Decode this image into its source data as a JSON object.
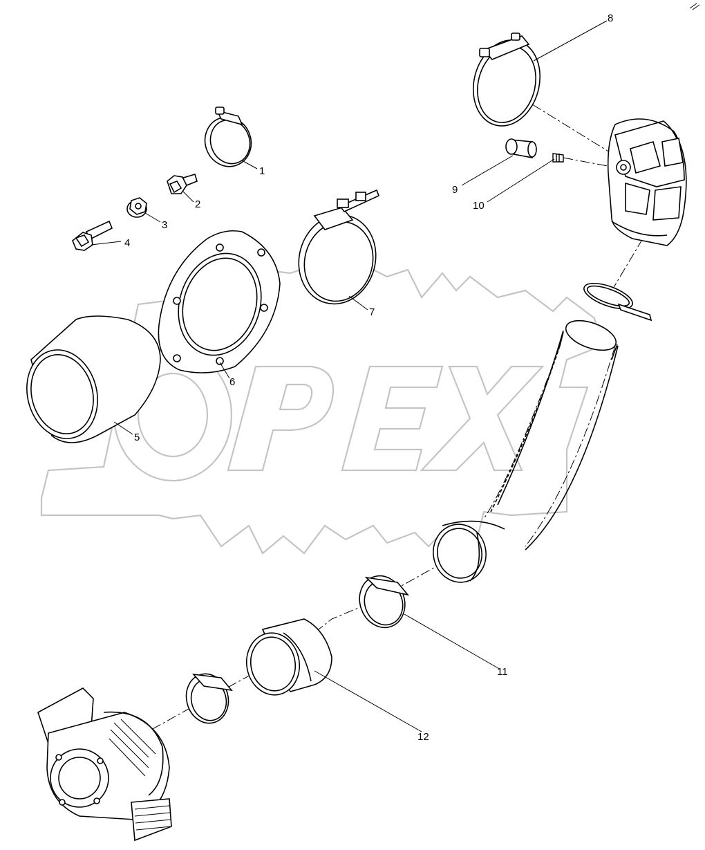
{
  "watermark": {
    "text": "OPEX",
    "color": "#bdbdbd"
  },
  "colors": {
    "line": "#000000",
    "background": "#ffffff",
    "watermark": "#c4c4c4"
  },
  "callouts": [
    {
      "id": "1",
      "label": "1"
    },
    {
      "id": "2",
      "label": "2"
    },
    {
      "id": "3",
      "label": "3"
    },
    {
      "id": "4",
      "label": "4"
    },
    {
      "id": "5",
      "label": "5"
    },
    {
      "id": "6",
      "label": "6"
    },
    {
      "id": "7",
      "label": "7"
    },
    {
      "id": "8",
      "label": "8"
    },
    {
      "id": "9",
      "label": "9"
    },
    {
      "id": "10",
      "label": "10"
    },
    {
      "id": "11",
      "label": "11"
    },
    {
      "id": "12",
      "label": "12"
    }
  ]
}
